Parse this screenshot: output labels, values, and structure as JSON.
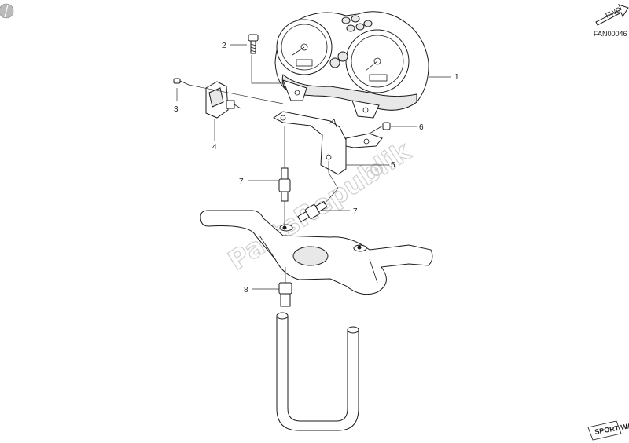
{
  "diagram": {
    "drawing_code": "FAN00046",
    "fwd_label": "FWD",
    "watermark": "PartsRepublik",
    "brand_mark": "SPORT WAY",
    "callouts": [
      {
        "id": "1",
        "label": "1"
      },
      {
        "id": "2",
        "label": "2"
      },
      {
        "id": "3",
        "label": "3"
      },
      {
        "id": "4",
        "label": "4"
      },
      {
        "id": "5",
        "label": "5"
      },
      {
        "id": "6",
        "label": "6"
      },
      {
        "id": "7a",
        "label": "7"
      },
      {
        "id": "7b",
        "label": "7"
      },
      {
        "id": "8",
        "label": "8"
      }
    ]
  }
}
